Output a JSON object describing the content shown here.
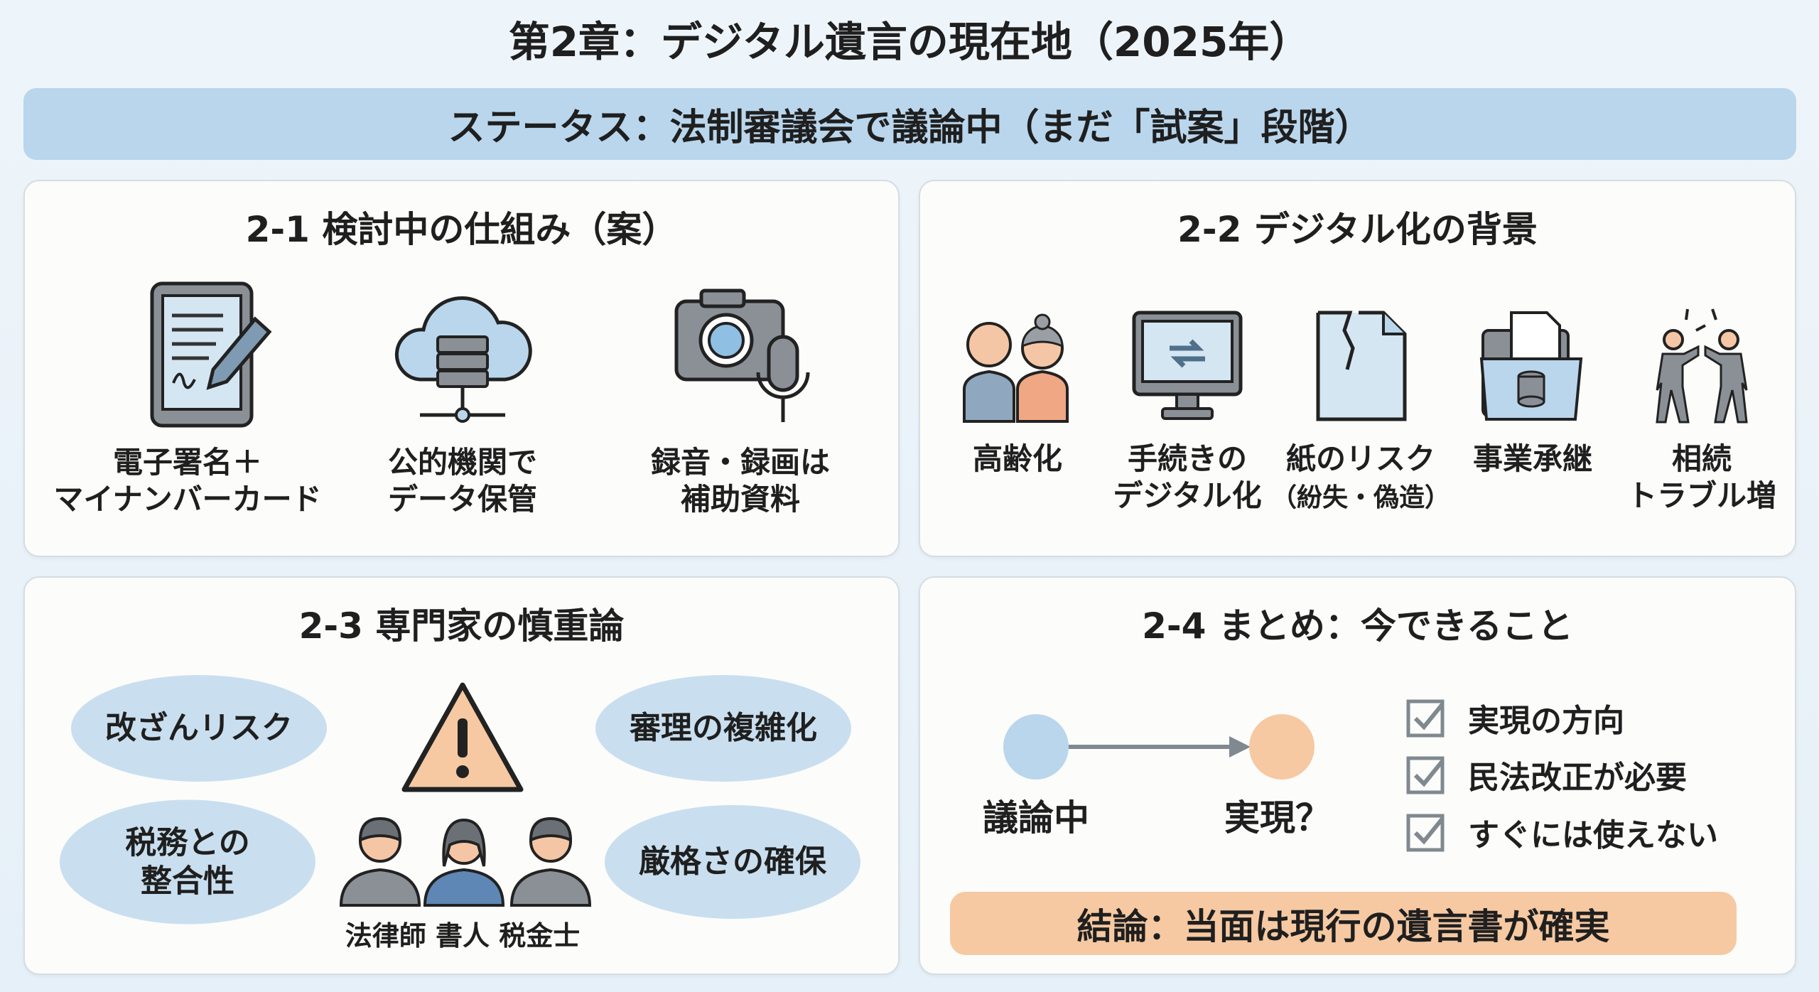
{
  "title": "第2章：デジタル遺言の現在地（2025年）",
  "status": "ステータス：法制審議会で議論中（まだ「試案」段階）",
  "panel1": {
    "heading": "2-1 検討中の仕組み（案）",
    "items": [
      {
        "icon": "tablet-signature-icon",
        "line1": "電子署名＋",
        "line2": "マイナンバーカード"
      },
      {
        "icon": "cloud-server-icon",
        "line1": "公的機関で",
        "line2": "データ保管"
      },
      {
        "icon": "camera-microphone-icon",
        "line1": "録音・録画は",
        "line2": "補助資料"
      }
    ]
  },
  "panel2": {
    "heading": "2-2 デジタル化の背景",
    "items": [
      {
        "icon": "elderly-couple-icon",
        "line1": "高齢化",
        "line2": ""
      },
      {
        "icon": "monitor-sync-icon",
        "line1": "手続きの",
        "line2": "デジタル化"
      },
      {
        "icon": "torn-paper-icon",
        "line1": "紙のリスク",
        "line2": "（紛失・偽造）"
      },
      {
        "icon": "folder-coins-icon",
        "line1": "事業承継",
        "line2": ""
      },
      {
        "icon": "arguing-people-icon",
        "line1": "相続",
        "line2": "トラブル増"
      }
    ]
  },
  "panel3": {
    "heading": "2-3 専門家の慎重論",
    "bubbles": [
      "改ざんリスク",
      "税務との\n整合性",
      "審理の複雑化",
      "厳格さの確保"
    ],
    "experts": "法律師 書人 税金士"
  },
  "panel4": {
    "heading": "2-4 まとめ：今できること",
    "from": "議論中",
    "to": "実現？",
    "checks": [
      "実現の方向",
      "民法改正が必要",
      "すぐには使えない"
    ],
    "conclusion": "結論：当面は現行の遺言書が確実"
  },
  "colors": {
    "blue": "#b9d6ec",
    "orange": "#f6c9a2",
    "grey": "#808890"
  }
}
